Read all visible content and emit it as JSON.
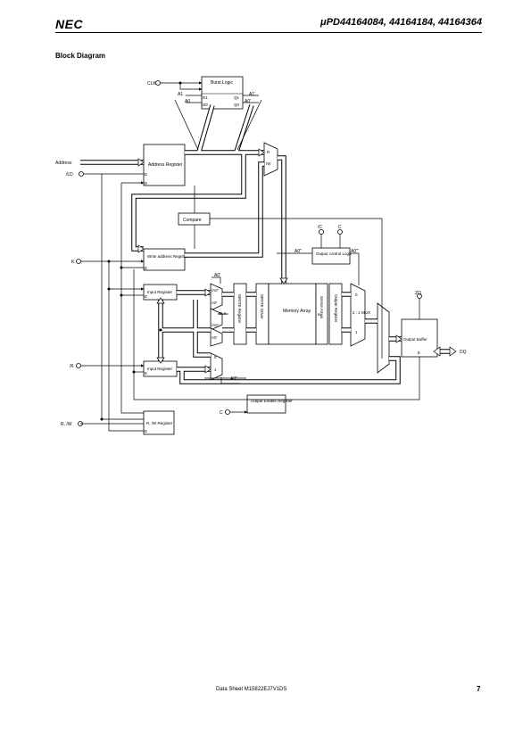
{
  "header": {
    "brand": "NEC",
    "part_numbers": "μPD44164084, 44164184, 44164364"
  },
  "section_title": "Block Diagram",
  "diagram": {
    "burst_logic": "Burst Logic",
    "address_register": "Address Register",
    "write_address_register": "Write address Register",
    "compare": "Compare",
    "input_register_top": "Input Register",
    "input_register_bottom": "Input Register",
    "rw_register": "R, /W Register",
    "write_register": "WRITE Register",
    "write_driver": "WRITE Driver",
    "memory_array": "Memory Array",
    "sense_amps": "Sense Amps",
    "output_register": "Output Register",
    "output_control_logic": "Output control Logic",
    "output_buffer": "Output Buffer",
    "output_enable_register": "Output Enable Register",
    "mux_2to1": "2 : 1 MUX",
    "signals": {
      "clk": "CLK",
      "address": "Address",
      "ld": "/LD",
      "k": "K",
      "k_bar": "/K",
      "rw": "R, /W",
      "c": "C",
      "c_bar": "/C",
      "zq": "ZQ",
      "dq": "DQ",
      "a1": "A1",
      "a0": "A0",
      "a1p": "A1'",
      "a0p": "A0'",
      "a0pp": "A0\"",
      "a0ppp": "A0\"'",
      "d1": "D1",
      "d0": "D0",
      "q1": "Q1",
      "q0": "Q0",
      "r": "R",
      "w": "/W",
      "e": "E",
      "a0bar": "/A0'",
      "clk_mux": "CLK",
      "k_out": "K",
      "zero": "0",
      "one": "1"
    }
  },
  "footer": {
    "doc_id": "Data Sheet  M15822EJ7V1DS",
    "page": "7"
  }
}
